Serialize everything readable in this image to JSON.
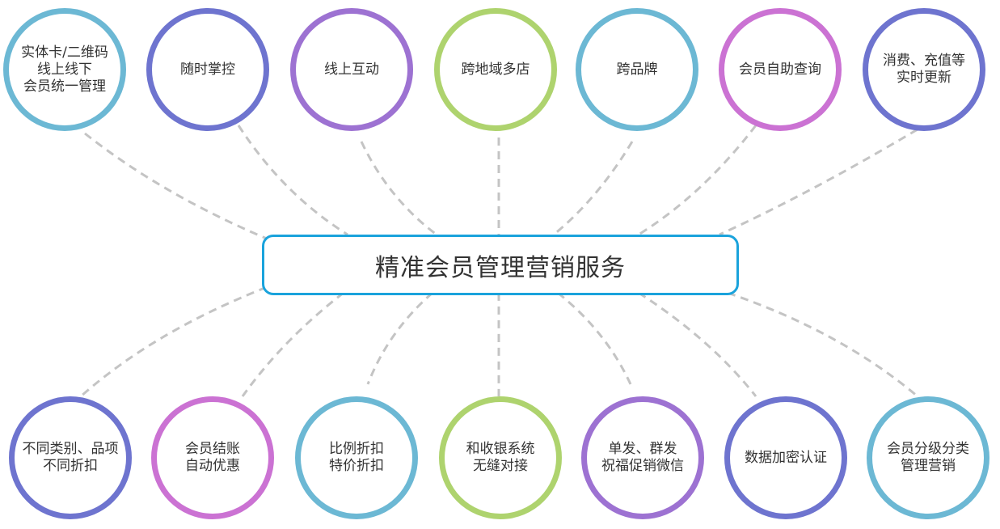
{
  "center_title": "精准会员管理营销服务",
  "colors": {
    "blue": "#6cb8d4",
    "indigo": "#6e74cf",
    "purple": "#9d72d2",
    "green": "#aed36e",
    "pink": "#cb72d3",
    "border": "#1aa3dc",
    "line": "#c4c4c4"
  },
  "top_nodes": [
    {
      "label": "实体卡/二维码\n线上线下\n会员统一管理",
      "color": "blue"
    },
    {
      "label": "随时掌控",
      "color": "indigo"
    },
    {
      "label": "线上互动",
      "color": "purple"
    },
    {
      "label": "跨地域多店",
      "color": "green"
    },
    {
      "label": "跨品牌",
      "color": "blue"
    },
    {
      "label": "会员自助查询",
      "color": "pink"
    },
    {
      "label": "消费、充值等\n实时更新",
      "color": "indigo"
    }
  ],
  "bottom_nodes": [
    {
      "label": "不同类别、品项\n不同折扣",
      "color": "indigo"
    },
    {
      "label": "会员结账\n自动优惠",
      "color": "pink"
    },
    {
      "label": "比例折扣\n特价折扣",
      "color": "blue"
    },
    {
      "label": "和收银系统\n无缝对接",
      "color": "green"
    },
    {
      "label": "单发、群发\n祝福促销微信",
      "color": "purple"
    },
    {
      "label": "数据加密认证",
      "color": "indigo"
    },
    {
      "label": "会员分级分类\n管理营销",
      "color": "blue"
    }
  ]
}
